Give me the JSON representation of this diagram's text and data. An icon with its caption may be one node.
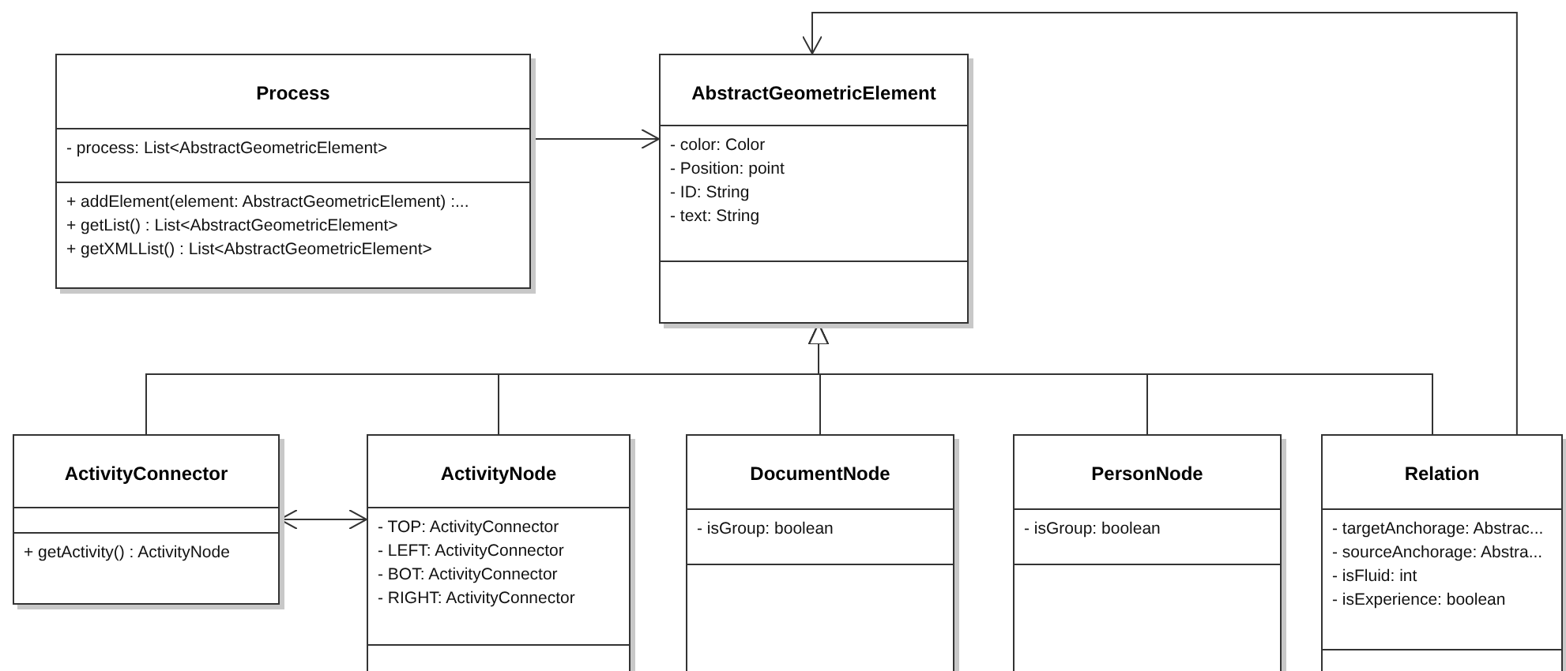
{
  "diagram": {
    "nodes": [
      {
        "text": [
          "Process"
        ]
      },
      {
        "text": [
          "- process: List<AbstractGeometricElement>"
        ],
        "in": 0
      },
      {
        "text": [
          "+ addElement(element:  AbstractGeometricElement) :...",
          "+ getList() : List<AbstractGeometricElement>",
          "+ getXMLList() : List<AbstractGeometricElement>"
        ],
        "in": 0
      },
      {
        "text": [
          "AbstractGeometricElement"
        ]
      },
      {
        "text": [
          "- color: Color",
          "- Position: point",
          "- ID: String",
          "- text: String"
        ],
        "in": 3
      },
      {
        "text": [],
        "shape": "box",
        "in": 3
      },
      {
        "text": [
          "ActivityConnector"
        ]
      },
      {
        "text": [],
        "shape": "box",
        "in": 6
      },
      {
        "text": [
          "+ getActivity() : ActivityNode"
        ],
        "in": 6
      },
      {
        "text": [
          "ActivityNode"
        ]
      },
      {
        "text": [
          "- TOP: ActivityConnector",
          "- LEFT: ActivityConnector",
          "- BOT: ActivityConnector",
          "- RIGHT: ActivityConnector"
        ],
        "in": 9
      },
      {
        "text": [],
        "shape": "box",
        "in": 9
      },
      {
        "text": [
          "DocumentNode"
        ]
      },
      {
        "text": [
          "- isGroup: boolean"
        ],
        "in": 12
      },
      {
        "text": [],
        "shape": "box",
        "in": 12
      },
      {
        "text": [
          "PersonNode"
        ]
      },
      {
        "text": [
          "- isGroup: boolean"
        ],
        "in": 15
      },
      {
        "text": [],
        "shape": "box",
        "in": 15
      },
      {
        "text": [
          "Relation"
        ]
      },
      {
        "text": [
          "- targetAnchorage: Abstrac...",
          "- sourceAnchorage: Abstra...",
          "- isFluid: int",
          "- isExperience: boolean"
        ],
        "in": 18
      },
      {
        "text": [],
        "shape": "box",
        "in": 18
      }
    ],
    "edges": [
      {
        "from": 0,
        "to": 3,
        "arrow": "to"
      },
      {
        "from": 6,
        "to": 3,
        "arrow": "to"
      },
      {
        "from": 9,
        "to": 3,
        "arrow": "to"
      },
      {
        "from": 12,
        "to": 3,
        "arrow": "to"
      },
      {
        "from": 15,
        "to": 3,
        "arrow": "to"
      },
      {
        "from": 18,
        "to": 3,
        "arrow": "to"
      },
      {
        "from": 18,
        "to": 3,
        "arrow": "to"
      },
      {
        "from": 6,
        "to": 9,
        "arrow": "both"
      }
    ]
  }
}
